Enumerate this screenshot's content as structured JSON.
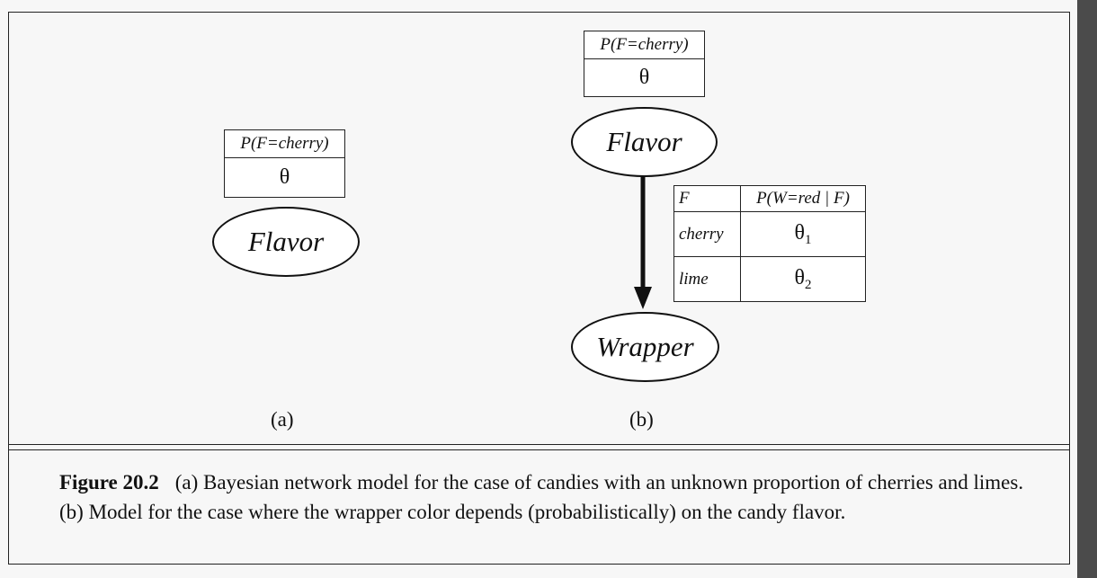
{
  "panel_a": {
    "cpt_header": "P(F=cherry)",
    "cpt_value": "θ",
    "node": "Flavor",
    "label": "(a)"
  },
  "panel_b": {
    "cpt_header": "P(F=cherry)",
    "cpt_value": "θ",
    "flavor_node": "Flavor",
    "wrapper_node": "Wrapper",
    "wrapper_cpt": {
      "col1_header": "F",
      "col2_header": "P(W=red | F)",
      "rows": [
        {
          "flavor": "cherry",
          "theta": "θ",
          "sub": "1"
        },
        {
          "flavor": "lime",
          "theta": "θ",
          "sub": "2"
        }
      ]
    },
    "label": "(b)"
  },
  "caption": {
    "figure_label": "Figure 20.2",
    "text": "(a) Bayesian network model for the case of candies with an unknown proportion of cherries and limes. (b) Model for the case where the wrapper color depends (probabilistically) on the candy flavor."
  }
}
